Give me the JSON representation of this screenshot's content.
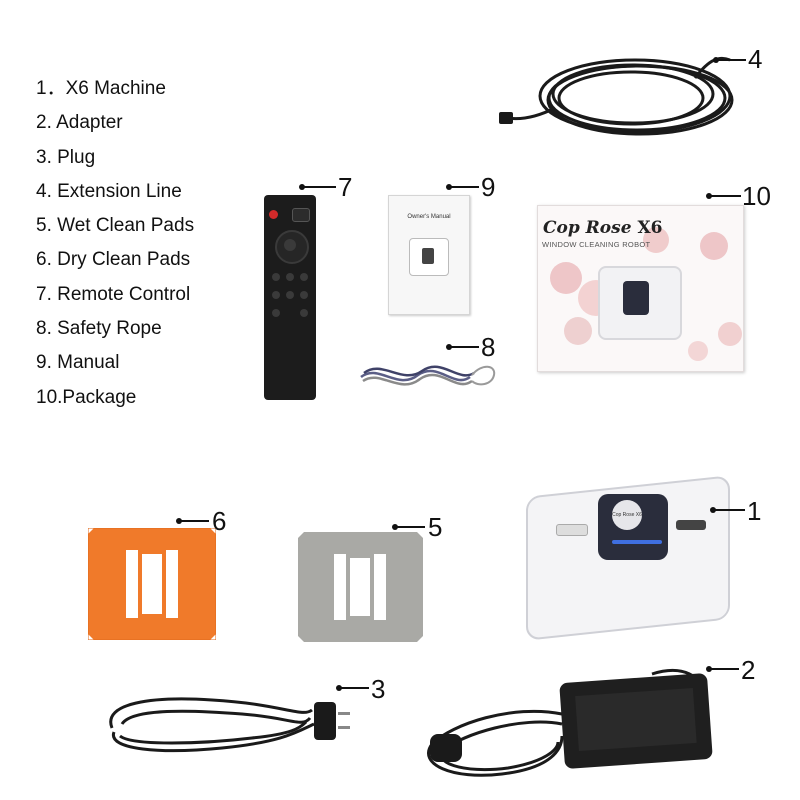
{
  "parts_list": [
    "1．X6 Machine",
    "2.  Adapter",
    "3.  Plug",
    "4.  Extension Line",
    "5.  Wet Clean Pads",
    "6.  Dry Clean Pads",
    "7.  Remote Control",
    "8.  Safety Rope",
    "9.  Manual",
    "10.Package"
  ],
  "callouts": {
    "c1": "1",
    "c2": "2",
    "c3": "3",
    "c4": "4",
    "c5": "5",
    "c6": "6",
    "c7": "7",
    "c8": "8",
    "c9": "9",
    "c10": "10"
  },
  "manual": {
    "title": "Owner's Manual"
  },
  "package": {
    "brand": "Cop Rose",
    "model": "X6",
    "subtitle": "WINDOW CLEANING ROBOT"
  },
  "machine": {
    "badge": "Cop Rose X6"
  },
  "colors": {
    "dry_pad": "#f07a2a",
    "wet_pad": "#a9a9a5",
    "machine_body": "#f4f4f6",
    "remote": "#1c1c1c",
    "cable": "#1a1a1a"
  }
}
